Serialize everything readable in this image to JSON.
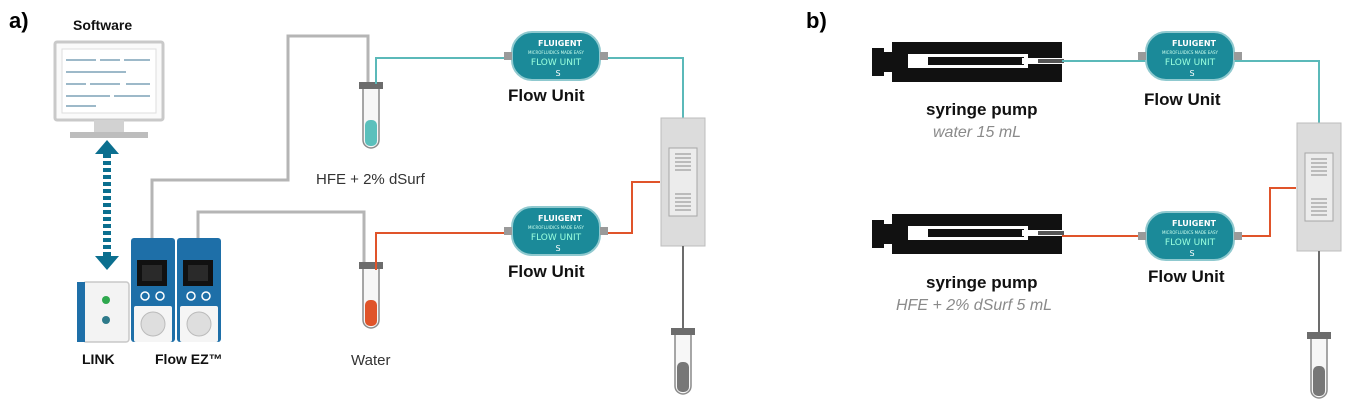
{
  "panel_a": {
    "letter": "a)",
    "software_label": "Software",
    "link_label": "LINK",
    "flow_ez_label": "Flow EZ™",
    "top_reservoir_label": "HFE + 2% dSurf",
    "bottom_reservoir_label": "Water",
    "flow_unit_top_label": "Flow Unit",
    "flow_unit_bottom_label": "Flow Unit"
  },
  "panel_b": {
    "letter": "b)",
    "pump_top_label": "syringe pump",
    "pump_top_note": "water 15 mL",
    "pump_bottom_label": "syringe pump",
    "pump_bottom_note": "HFE + 2% dSurf 5 mL",
    "flow_unit_top_label": "Flow Unit",
    "flow_unit_bottom_label": "Flow Unit"
  },
  "flow_unit_device": {
    "brand": "FLUIGENT",
    "tagline": "MICROFLUIDICS MADE EASY",
    "line1": "FLOW UNIT",
    "badge": "S"
  },
  "colors": {
    "teal": "#1b8a99",
    "teal_line": "#5bb9b9",
    "orange": "#e0542a",
    "blue_device": "#1e6fa8",
    "chip_grey": "#d8d8d8",
    "tube_grey": "#b5b5b5",
    "dark": "#111111"
  },
  "icons": [
    "monitor-icon",
    "bidirectional-arrow-icon",
    "link-device-icon",
    "flow-ez-device-icon",
    "syringe-pump-icon",
    "flow-unit-device-icon",
    "microfluidic-chip-icon",
    "test-tube-icon"
  ]
}
